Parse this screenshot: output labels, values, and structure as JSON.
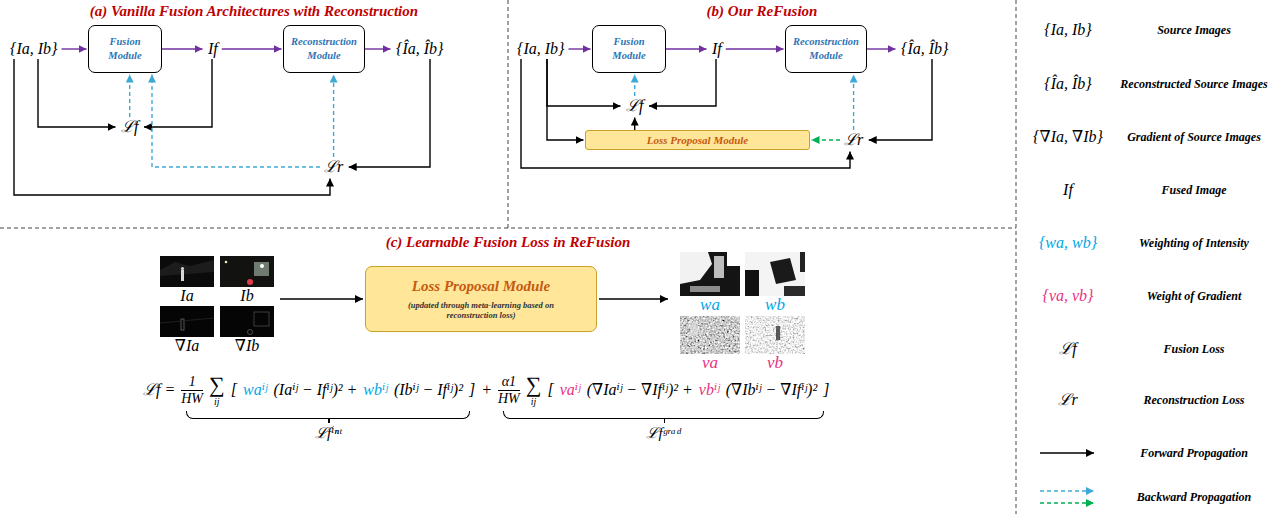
{
  "diagram": {
    "nodes": [
      {
        "text": [
          "{Ia, Ib}"
        ]
      },
      {
        "text": [
          "Fusion Module"
        ]
      },
      {
        "text": [
          "If"
        ]
      },
      {
        "text": [
          "Reconstruction Module"
        ]
      },
      {
        "text": [
          "{Îa, Îb}"
        ]
      },
      {
        "text": [
          "ℒf"
        ]
      },
      {
        "text": [
          "ℒr"
        ]
      },
      {
        "text": [
          "{Ia, Ib}"
        ]
      },
      {
        "text": [
          "Fusion Module"
        ]
      },
      {
        "text": [
          "If"
        ]
      },
      {
        "text": [
          "Reconstruction Module"
        ]
      },
      {
        "text": [
          "{Îa, Îb}"
        ]
      },
      {
        "text": [
          "ℒf"
        ]
      },
      {
        "text": [
          "Loss Proposal Module"
        ]
      },
      {
        "text": [
          "ℒr"
        ]
      },
      {
        "text": [
          "Loss Proposal Module",
          "(updated through meta-learning based on reconstruction loss)"
        ]
      }
    ],
    "edges": [
      {
        "from": 0,
        "to": 1,
        "arrow": "to"
      },
      {
        "from": 1,
        "to": 2,
        "arrow": "to"
      },
      {
        "from": 2,
        "to": 3,
        "arrow": "to"
      },
      {
        "from": 3,
        "to": 4,
        "arrow": "to"
      },
      {
        "from": 0,
        "to": 5,
        "arrow": "to"
      },
      {
        "from": 2,
        "to": 5,
        "arrow": "to"
      },
      {
        "from": 0,
        "to": 6,
        "arrow": "to"
      },
      {
        "from": 4,
        "to": 6,
        "arrow": "to"
      },
      {
        "from": 5,
        "to": 1,
        "arrow": "to"
      },
      {
        "from": 6,
        "to": 1,
        "arrow": "to"
      },
      {
        "from": 6,
        "to": 3,
        "arrow": "to"
      },
      {
        "from": 7,
        "to": 8,
        "arrow": "to"
      },
      {
        "from": 8,
        "to": 9,
        "arrow": "to"
      },
      {
        "from": 9,
        "to": 10,
        "arrow": "to"
      },
      {
        "from": 10,
        "to": 11,
        "arrow": "to"
      },
      {
        "from": 7,
        "to": 12,
        "arrow": "to"
      },
      {
        "from": 9,
        "to": 12,
        "arrow": "to"
      },
      {
        "from": 7,
        "to": 13,
        "arrow": "to"
      },
      {
        "from": 7,
        "to": 14,
        "arrow": "to"
      },
      {
        "from": 11,
        "to": 14,
        "arrow": "to"
      },
      {
        "from": 12,
        "to": 8,
        "arrow": "to"
      },
      {
        "from": 13,
        "to": 12,
        "arrow": "to"
      },
      {
        "from": 14,
        "to": 13,
        "arrow": "to"
      },
      {
        "from": 14,
        "to": 10,
        "arrow": "to"
      }
    ],
    "labels": [
      "(a) Vanilla Fusion Architectures with Reconstruction",
      "(b) Our ReFusion",
      "(c) Learnable Fusion Loss in ReFusion",
      "Ia",
      "Ib",
      "∇Ia",
      "∇Ib",
      "wa",
      "wb",
      "va",
      "vb",
      "ℒf =",
      "1",
      "HW",
      "∑",
      "ij",
      "[",
      "waⁱʲ",
      "(Iaⁱʲ − Ifⁱʲ)² +",
      "wbⁱʲ",
      "(Ibⁱʲ − Ifⁱʲ)²",
      "]",
      "+",
      "α1",
      "HW",
      "∑",
      "ij",
      "[",
      "vaⁱʲ",
      "(∇Iaⁱʲ − ∇Ifⁱʲ)² +",
      "vbⁱʲ",
      "(∇Ibⁱʲ − ∇Ifⁱʲ)²",
      "]",
      "ℒfⁱⁿᵗ",
      "ℒfᵍʳᵃᵈ",
      "{Ia, Ib}",
      "{Îa, Îb}",
      "{∇Ia, ∇Ib}",
      "If",
      "{wa, wb}",
      "{va, vb}",
      "ℒf",
      "ℒr"
    ],
    "legend": [
      {
        "text": "Source Images"
      },
      {
        "text": "Reconstructed Source Images"
      },
      {
        "text": "Gradient of Source Images"
      },
      {
        "text": "Fused Image"
      },
      {
        "text": "Weighting of Intensity"
      },
      {
        "text": "Weight of Gradient"
      },
      {
        "text": "Fusion Loss"
      },
      {
        "text": "Reconstruction Loss"
      },
      {
        "text": "Forward Propagation"
      },
      {
        "text": "Backward Propagation"
      }
    ]
  }
}
